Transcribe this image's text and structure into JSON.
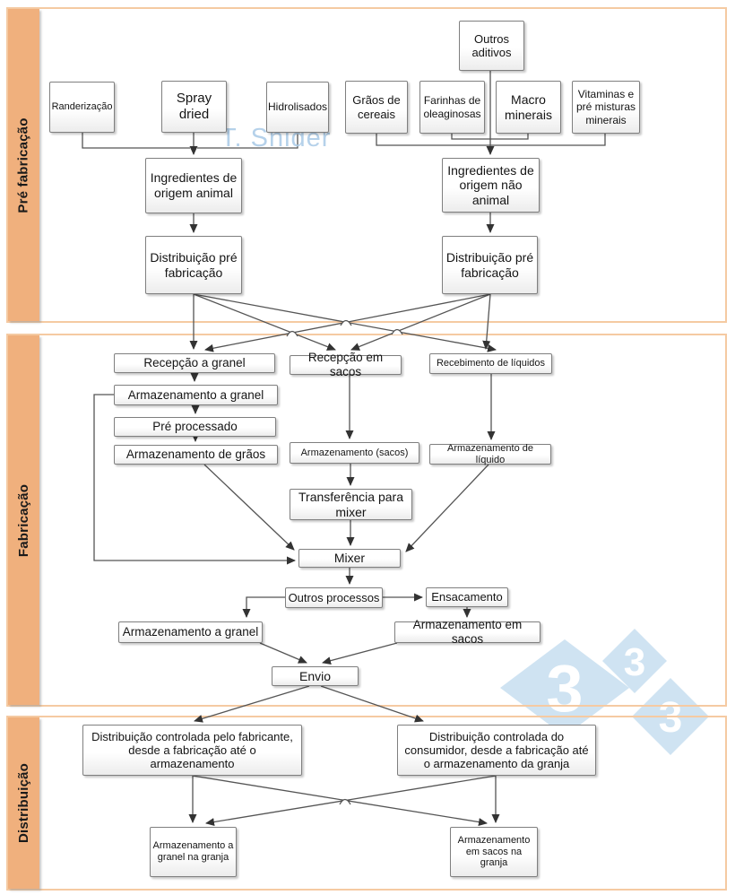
{
  "sections": [
    {
      "label": "Pré fabricação"
    },
    {
      "label": "Fabricação"
    },
    {
      "label": "Distribuição"
    }
  ],
  "watermark_text": "T. Snider",
  "logo": {
    "big_digit": "3",
    "top_digit": "3",
    "bottom_digit": "3"
  },
  "colors": {
    "band_orange": "#f0b07d",
    "section_border": "#f5caa2",
    "box_border": "#7f7f7f",
    "connector_gray": "#555555",
    "watermark_blue": "#aecde8",
    "logo_blue": "#cfe3f2"
  },
  "nodes": {
    "randerizacao": "Randerização",
    "spray_dried": "Spray dried",
    "hidrolisados": "Hidrolisados",
    "graos_cereais": "Grãos de cereais",
    "farinhas_oleaginosas": "Farinhas de oleaginosas",
    "macro_minerais": "Macro minerais",
    "vitaminas_pre_misturas": "Vitaminas e pré misturas minerais",
    "outros_aditivos": "Outros aditivos",
    "ingredientes_animal": "Ingredientes de origem animal",
    "ingredientes_nao_animal": "Ingredientes de origem não animal",
    "distribuicao_pre_left": "Distribuição pré fabricação",
    "distribuicao_pre_right": "Distribuição pré fabricação",
    "recepcao_granel": "Recepção a granel",
    "recepcao_sacos": "Recepção em sacos",
    "recebimento_liquidos": "Recebimento de líquidos",
    "armazenamento_granel_1": "Armazenamento a granel",
    "pre_processado": "Pré processado",
    "armazenamento_graos": "Armazenamento de grãos",
    "armazenamento_sacos_parens": "Armazenamento (sacos)",
    "armazenamento_liquido": "Armazenamento de líquido",
    "transferencia_mixer": "Transferência para mixer",
    "mixer": "Mixer",
    "outros_processos": "Outros processos",
    "ensacamento": "Ensacamento",
    "armazenamento_granel_2": "Armazenamento a granel",
    "armazenamento_sacos_2": "Armazenamento em sacos",
    "envio": "Envio",
    "dist_fabricante": "Distribuição controlada pelo fabricante, desde a fabricação até o armazenamento",
    "dist_consumidor": "Distribuição controlada do consumidor, desde a fabricação até o armazenamento da granja",
    "armazenamento_granel_granja": "Armazenamento a granel na granja",
    "armazenamento_sacos_granja": "Armazenamento em sacos na granja"
  }
}
